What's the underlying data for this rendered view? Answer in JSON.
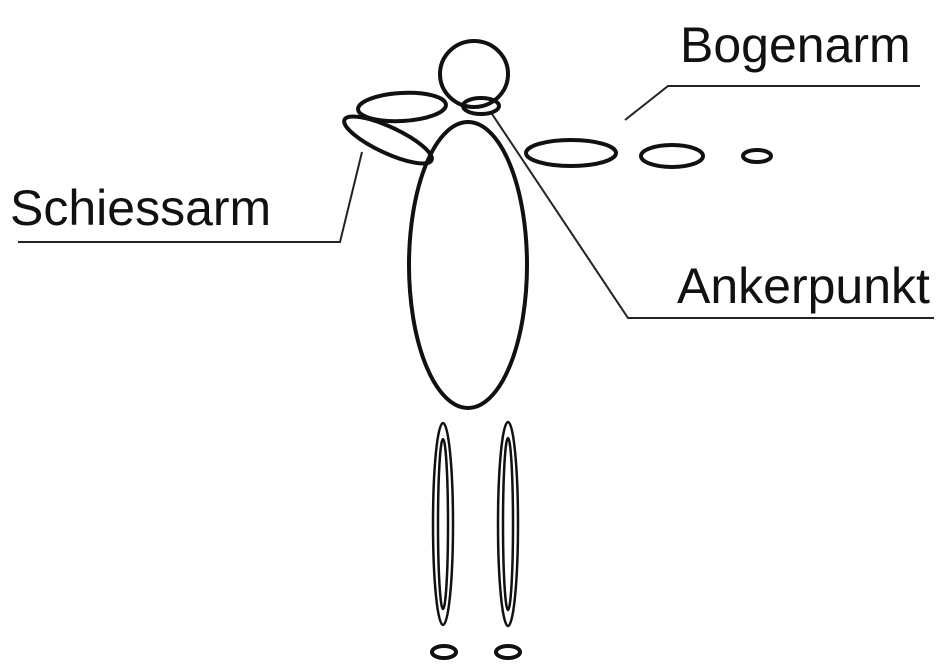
{
  "diagram": {
    "labels": {
      "bow_arm": "Bogenarm",
      "drawing_arm": "Schiessarm",
      "anchor_point": "Ankerpunkt"
    },
    "colors": {
      "ink": "#111111",
      "background": "#ffffff"
    }
  }
}
